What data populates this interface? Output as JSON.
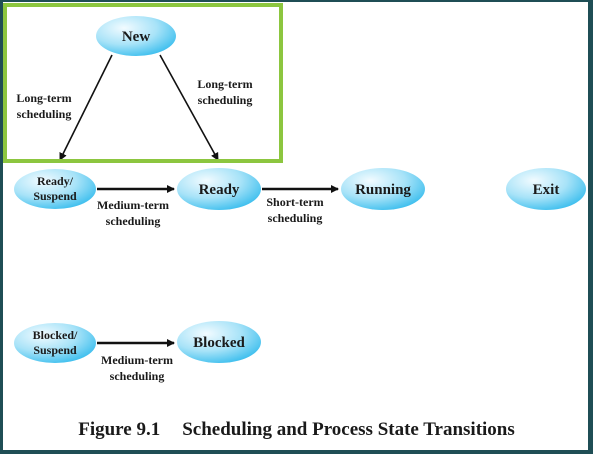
{
  "colors": {
    "frame_border": "#1f4e55",
    "highlight_border": "#8cc63f",
    "node_fill_light": "#e9f8ff",
    "node_fill_dark": "#49c6f0"
  },
  "nodes": {
    "new": "New",
    "ready_suspend": [
      "Ready/",
      "Suspend"
    ],
    "ready": "Ready",
    "running": "Running",
    "exit": "Exit",
    "blocked_suspend": [
      "Blocked/",
      "Suspend"
    ],
    "blocked": "Blocked"
  },
  "edges": {
    "new_to_ready_suspend": [
      "Long-term",
      "scheduling"
    ],
    "new_to_ready": [
      "Long-term",
      "scheduling"
    ],
    "ready_suspend_to_ready": [
      "Medium-term",
      "scheduling"
    ],
    "ready_to_running": [
      "Short-term",
      "scheduling"
    ],
    "blocked_suspend_to_blocked": [
      "Medium-term",
      "scheduling"
    ]
  },
  "caption": {
    "number": "Figure 9.1",
    "title": "Scheduling and Process State Transitions"
  }
}
